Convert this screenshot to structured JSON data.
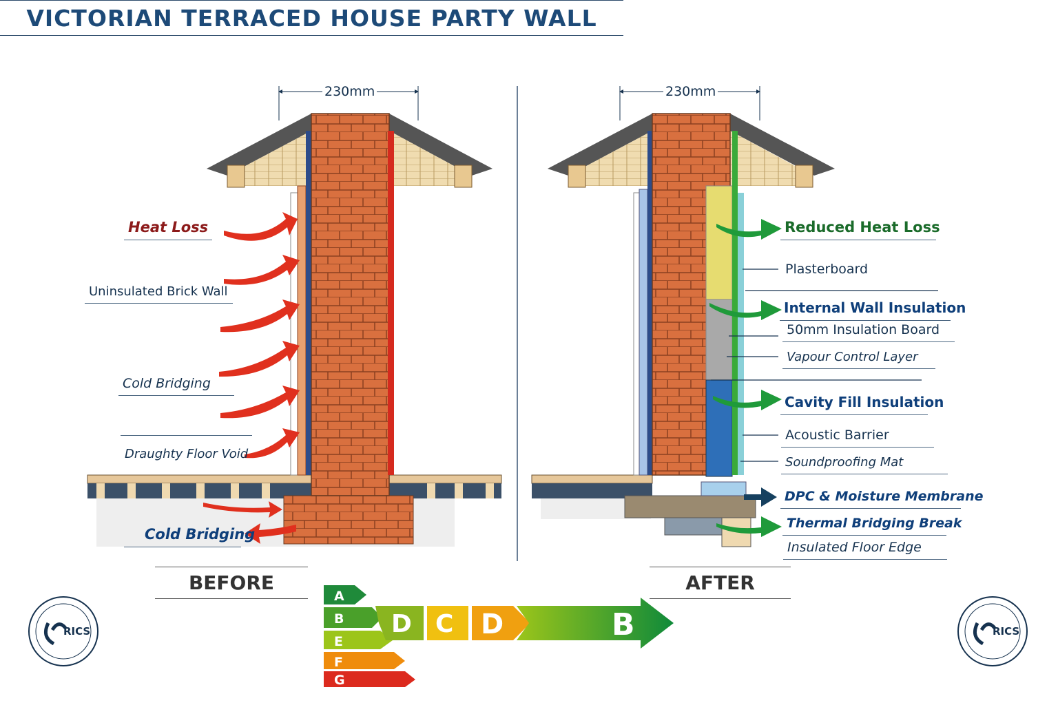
{
  "title": "VICTORIAN TERRACED HOUSE PARTY WALL",
  "dimension": "230mm",
  "before": {
    "label": "BEFORE",
    "annotations": [
      "Heat Loss",
      "Uninsulated Brick Wall",
      "Cold Bridging",
      "Draughty Floor Void",
      "Cold Bridging"
    ]
  },
  "after": {
    "label": "AFTER",
    "annotations": [
      "Reduced Heat Loss",
      "Plasterboard",
      "Internal Wall Insulation",
      "50mm Insulation Board",
      "Vapour Control Layer",
      "Cavity Fill Insulation",
      "Acoustic Barrier",
      "Soundproofing Mat",
      "DPC & Moisture Membrane",
      "Thermal Bridging Break",
      "Insulated Floor Edge"
    ]
  },
  "epc": {
    "scale": [
      "A",
      "B",
      "E",
      "F",
      "G"
    ],
    "progression": [
      "D",
      "C",
      "D",
      "B"
    ],
    "colors": {
      "A": "#1f8a3a",
      "B": "#4aa02a",
      "E": "#9cc51a",
      "F": "#ef8c0c",
      "G": "#dc2a1e"
    }
  },
  "logo": {
    "text": "RICS"
  },
  "colors": {
    "heat_loss": "#e0301e",
    "improved": "#1f9a3a",
    "brick": "#d9703f",
    "navy": "#16324f"
  }
}
